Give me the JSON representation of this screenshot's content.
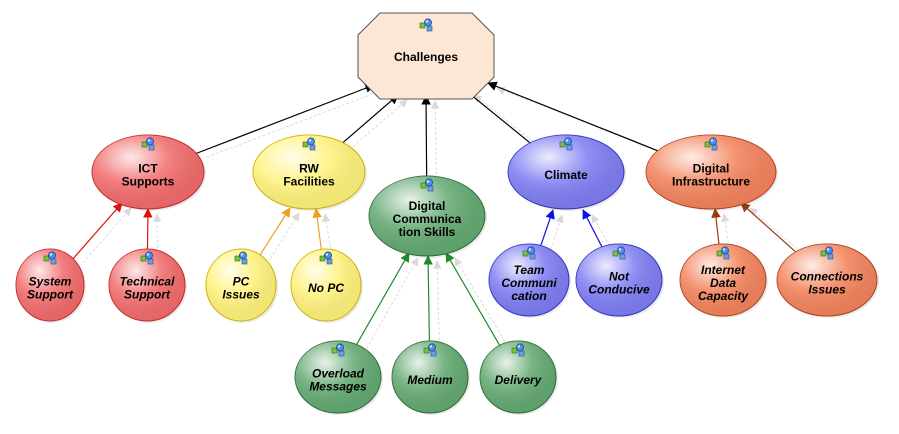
{
  "diagram": {
    "root": {
      "id": "challenges",
      "label": [
        "Challenges"
      ]
    },
    "categories": [
      {
        "id": "ict",
        "label": [
          "ICT",
          "Supports"
        ],
        "color": "red",
        "children": [
          {
            "id": "system-support",
            "label": [
              "System",
              "Support"
            ]
          },
          {
            "id": "technical-support",
            "label": [
              "Technical",
              "Support"
            ]
          }
        ]
      },
      {
        "id": "rw",
        "label": [
          "RW",
          "Facilities"
        ],
        "color": "yellow",
        "children": [
          {
            "id": "pc-issues",
            "label": [
              "PC",
              "Issues"
            ]
          },
          {
            "id": "no-pc",
            "label": [
              "No PC"
            ]
          }
        ]
      },
      {
        "id": "dcs",
        "label": [
          "Digital",
          "Communica",
          "tion Skills"
        ],
        "color": "green",
        "children": [
          {
            "id": "overload-messages",
            "label": [
              "Overload",
              "Messages"
            ]
          },
          {
            "id": "medium",
            "label": [
              "Medium"
            ]
          },
          {
            "id": "delivery",
            "label": [
              "Delivery"
            ]
          }
        ]
      },
      {
        "id": "climate",
        "label": [
          "Climate"
        ],
        "color": "blue",
        "children": [
          {
            "id": "team-communication",
            "label": [
              "Team",
              "Communi",
              "cation"
            ]
          },
          {
            "id": "not-conducive",
            "label": [
              "Not",
              "Conducive"
            ]
          }
        ]
      },
      {
        "id": "di",
        "label": [
          "Digital",
          "Infrastructure"
        ],
        "color": "orange",
        "children": [
          {
            "id": "internet-data-capacity",
            "label": [
              "Internet",
              "Data",
              "Capacity"
            ]
          },
          {
            "id": "connections-issues",
            "label": [
              "Connections",
              "Issues"
            ]
          }
        ]
      }
    ],
    "colors": {
      "root": {
        "fill": "#fde6d3",
        "stroke": "#555555",
        "arrow": "#000000"
      },
      "red": {
        "fill": "#f26a6a",
        "stroke": "#c42b2b",
        "arrow": "#e01010"
      },
      "yellow": {
        "fill": "#fff27a",
        "stroke": "#d0b400",
        "arrow": "#f0a020"
      },
      "green": {
        "fill": "#62a870",
        "stroke": "#2f6e3c",
        "arrow": "#1f8a2a"
      },
      "blue": {
        "fill": "#7d7cf2",
        "stroke": "#3232c8",
        "arrow": "#1010e0"
      },
      "orange": {
        "fill": "#f3825a",
        "stroke": "#b0431f",
        "arrow": "#9a3a10"
      }
    },
    "node_icon": "network-node-icon"
  }
}
